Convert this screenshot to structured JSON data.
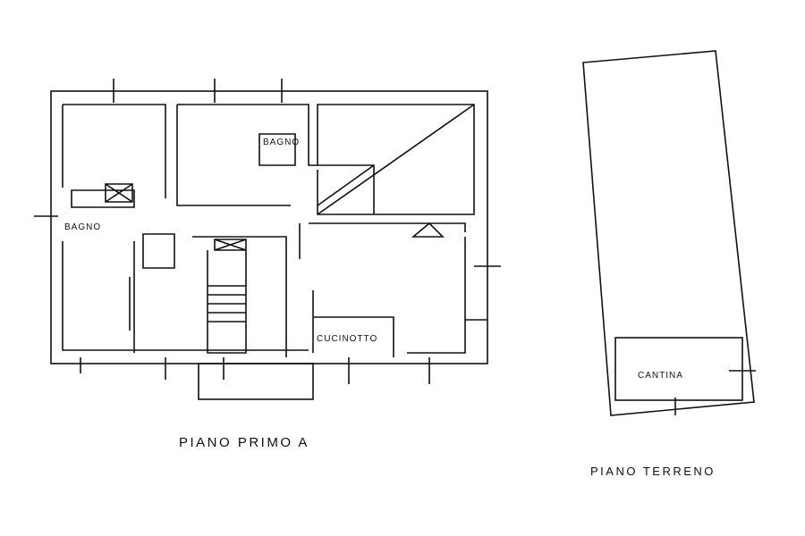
{
  "plans": {
    "first_floor": {
      "title": "PIANO PRIMO A",
      "rooms": [
        {
          "label": "BAGNO"
        },
        {
          "label": "BAGNO"
        },
        {
          "label": "CUCINOTTO"
        }
      ]
    },
    "ground_floor": {
      "title": "PIANO TERRENO",
      "rooms": [
        {
          "label": "CANTINA"
        }
      ]
    }
  },
  "colors": {
    "ink": "#111111",
    "paper": "#ffffff"
  }
}
